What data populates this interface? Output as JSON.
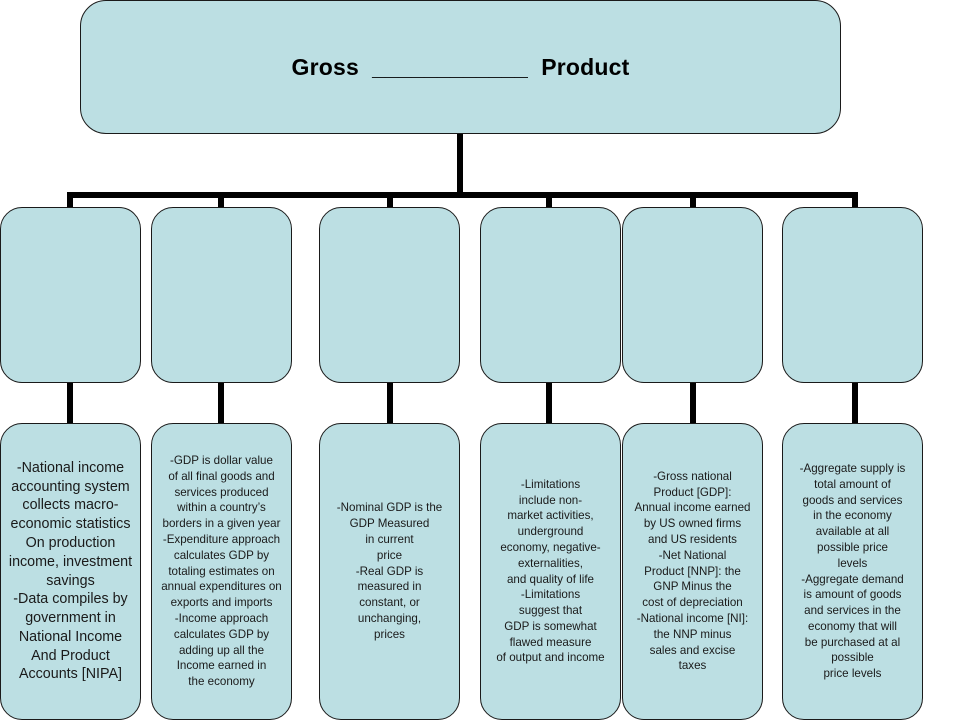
{
  "title": {
    "text": "Gross  ____________  Product"
  },
  "columns": [
    {
      "header": "",
      "body": "-National income\naccounting system\ncollects macro-\neconomic statistics\nOn production\nincome, investment\nsavings\n-Data compiles by\ngovernment in\nNational Income\nAnd Product\nAccounts [NIPA]"
    },
    {
      "header": "",
      "body": "-GDP is dollar value\nof all final goods and\nservices produced\nwithin a country’s\nborders in a given year\n-Expenditure approach\ncalculates GDP by\ntotaling estimates on\nannual expenditures on\nexports and imports\n-Income approach\ncalculates GDP by\nadding up all the\nIncome earned in\nthe economy"
    },
    {
      "header": "",
      "body": "-Nominal GDP is the\nGDP Measured\nin current\nprice\n-Real GDP is\nmeasured in\nconstant, or\nunchanging,\nprices"
    },
    {
      "header": "",
      "body": "-Limitations\ninclude non-\nmarket activities,\nunderground\neconomy, negative-\nexternalities,\nand quality of life\n-Limitations\nsuggest that\nGDP is somewhat\nflawed measure\nof output and income"
    },
    {
      "header": "",
      "body": "-Gross national\nProduct [GDP]:\nAnnual income earned\nby US owned firms\nand US residents\n-Net National\nProduct [NNP]: the\nGNP Minus the\ncost of depreciation\n-National income [NI]:\nthe NNP minus\nsales and excise\ntaxes"
    },
    {
      "header": "",
      "body": "-Aggregate supply is\ntotal amount of\ngoods and services\nin the economy\navailable at all\npossible price\nlevels\n-Aggregate demand\nis amount of goods\nand services in the\neconomy that will\nbe purchased at al\npossible\nprice levels"
    }
  ]
}
